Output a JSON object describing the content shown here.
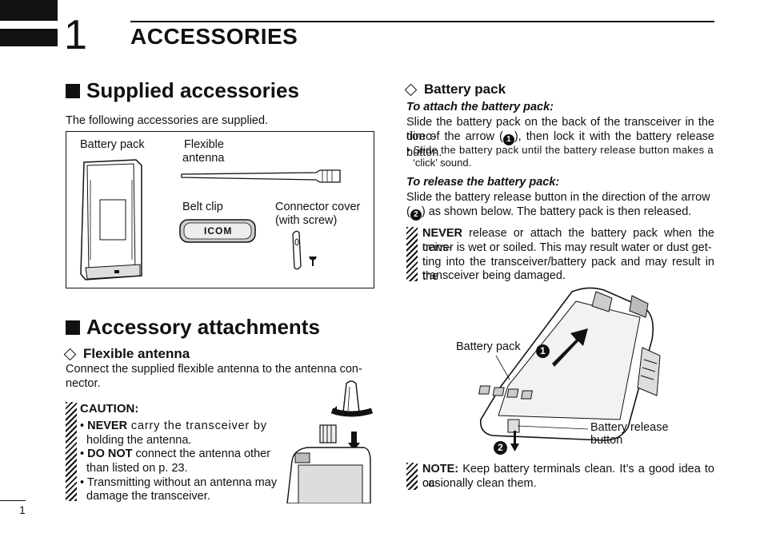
{
  "header": {
    "chapter_number": "1",
    "chapter_title": "ACCESSORIES"
  },
  "supplied": {
    "heading": "Supplied accessories",
    "intro": "The following accessories are supplied.",
    "items": {
      "battery_pack": "Battery pack",
      "antenna_line1": "Flexible",
      "antenna_line2": "antenna",
      "belt_clip": "Belt clip",
      "connector_line1": "Connector cover",
      "connector_line2": "(with screw)"
    }
  },
  "attachments": {
    "heading": "Accessory attachments",
    "antenna": {
      "heading": "Flexible antenna",
      "line1": "Connect the supplied flexible antenna to the antenna con-",
      "line2": "nector.",
      "caution_label": "CAUTION:",
      "c1_bold": "NEVER",
      "c1_rest": " carry the transceiver by",
      "c1_cont": "holding the antenna.",
      "c2_bold": "DO NOT",
      "c2_rest": " connect the antenna other",
      "c2_cont": "than listed on p. 23.",
      "c3": "Transmitting without an antenna may",
      "c3_cont": "damage the transceiver."
    }
  },
  "battery": {
    "heading": "Battery pack",
    "attach_head": "To attach the battery pack:",
    "attach_l1": "Slide the battery pack on the back of the transceiver in the direc-",
    "attach_l2a": "tion of the arrow (",
    "attach_l2b": "), then lock it with the battery release button.",
    "attach_bullet_l1": "Slide the battery pack until the battery release button makes a",
    "attach_bullet_l2": "‘click’ sound.",
    "release_head": "To release the battery pack:",
    "release_l1": "Slide the battery release button in the direction of the arrow",
    "release_l2": ") as shown below. The battery pack is then released.",
    "never_bold": "NEVER",
    "never_l1": " release or attach the battery pack when the trans-",
    "never_l2": "ceiver is wet or soiled. This may result water or dust get-",
    "never_l3": "ting into the transceiver/battery pack and may result in the",
    "never_l4": "transceiver being damaged.",
    "fig_battery_pack": "Battery pack",
    "fig_release_l1": "Battery release",
    "fig_release_l2": "button",
    "note_bold": "NOTE:",
    "note_l1": " Keep battery terminals clean. It’s a good idea to oc-",
    "note_l2": "casionally clean them.",
    "marker1": "1",
    "marker2": "2"
  },
  "brand_logo": "ICOM",
  "page_number": "1"
}
